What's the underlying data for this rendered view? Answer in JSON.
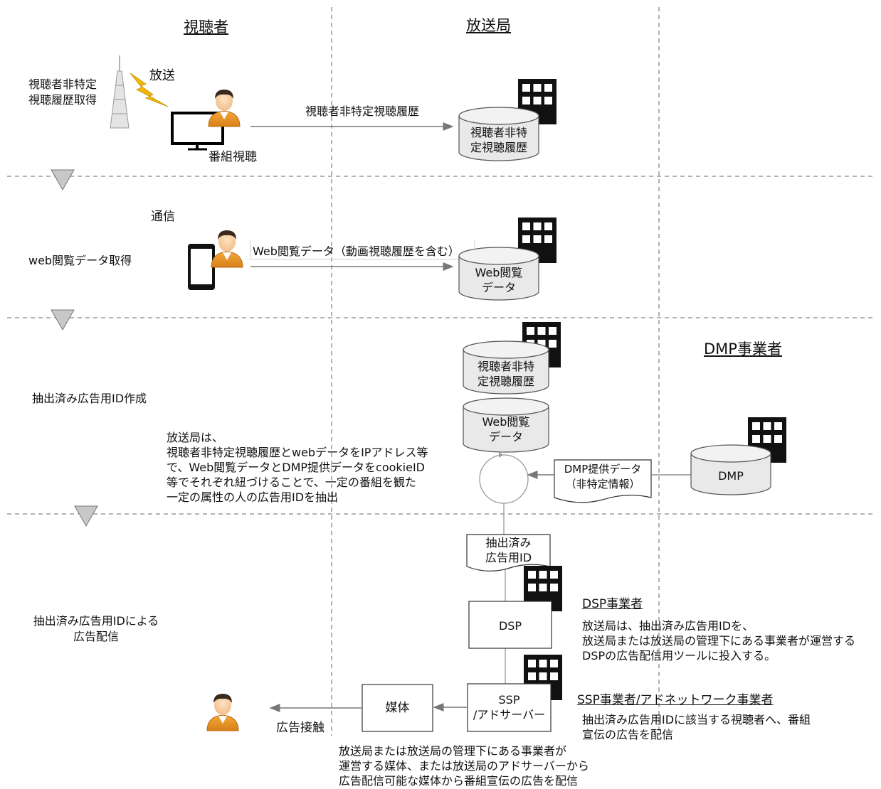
{
  "columns": {
    "viewer": "視聴者",
    "broadcaster": "放送局",
    "dmp": "DMP事業者"
  },
  "steps": {
    "step1": {
      "label": [
        "視聴者非特定",
        "視聴履歴取得"
      ],
      "broadcast": "放送",
      "watch": "番組視聴",
      "arrow": "視聴者非特定視聴履歴",
      "db": [
        "視聴者非特",
        "定視聴履歴"
      ]
    },
    "step2": {
      "label": "web閲覧データ取得",
      "comm": "通信",
      "arrow": "Web閲覧データ（動画視聴履歴を含む）",
      "db": [
        "Web閲覧",
        "データ"
      ]
    },
    "step3": {
      "label": "抽出済み広告用ID作成",
      "db1": [
        "視聴者非特",
        "定視聴履歴"
      ],
      "db2": [
        "Web閲覧",
        "データ"
      ],
      "note": [
        "放送局は、",
        "視聴者非特定視聴履歴とwebデータをIPアドレス等",
        "で、Web閲覧データとDMP提供データをcookieID",
        "等でそれぞれ紐づけることで、一定の番組を観た",
        "一定の属性の人の広告用IDを抽出"
      ],
      "dmp_doc": [
        "DMP提供データ",
        "（非特定情報）"
      ],
      "dmp_db": "DMP"
    },
    "step4": {
      "label": [
        "抽出済み広告用IDによる",
        "広告配信"
      ],
      "extracted": [
        "抽出済み",
        "広告用ID"
      ],
      "dsp": "DSP",
      "dsp_title": "DSP事業者",
      "dsp_desc": [
        "放送局は、抽出済み広告用IDを、",
        "放送局または放送局の管理下にある事業者が運営する",
        "DSPの広告配信用ツールに投入する。"
      ],
      "ssp": [
        "SSP",
        "/アドサーバー"
      ],
      "ssp_title": "SSP事業者/アドネットワーク事業者",
      "ssp_desc": [
        "抽出済み広告用IDに該当する視聴者へ、番組",
        "宣伝の広告を配信"
      ],
      "media": "媒体",
      "ad_contact": "広告接触",
      "media_desc": [
        "放送局または放送局の管理下にある事業者が",
        "運営する媒体、または放送局のアドサーバーから",
        "広告配信可能な媒体から番組宣伝の広告を配信"
      ]
    }
  },
  "icons": {
    "tower": "tokyo-tower-icon",
    "lightning": "lightning-bolt-icon",
    "person": "person-icon",
    "tv": "tv-monitor-icon",
    "phone": "smartphone-icon",
    "building": "building-icon",
    "database": "database-cylinder-icon",
    "cycle": "cycle-circle-icon",
    "triangle": "step-down-triangle-icon"
  },
  "colors": {
    "person_orange": "#E8961E",
    "person_hair": "#3a2a1e",
    "lightning": "#F2B705",
    "db_fill": "#e9e9e9",
    "divider": "#888888"
  }
}
